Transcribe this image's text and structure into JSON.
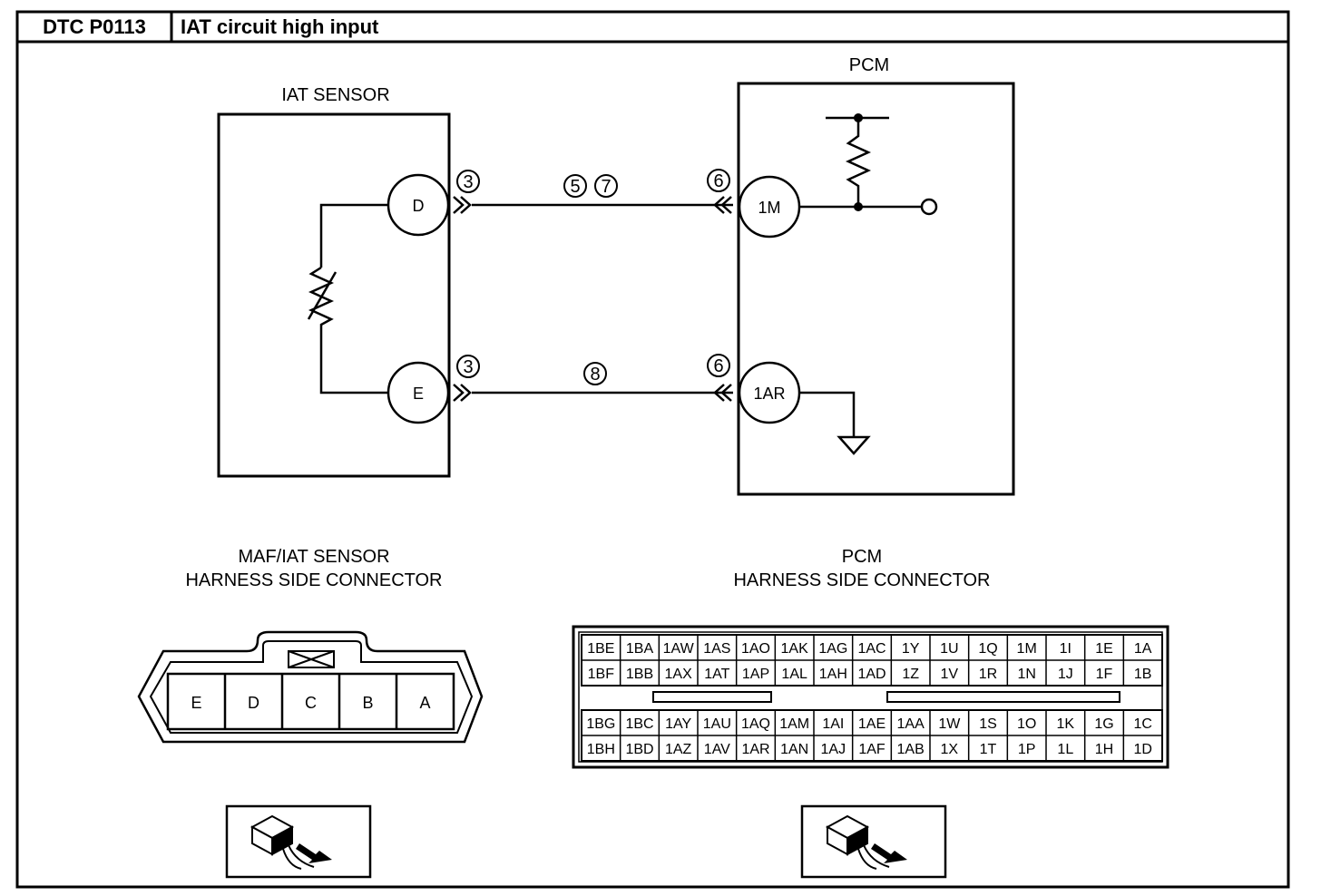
{
  "header": {
    "dtc_code": "DTC P0113",
    "dtc_title": "IAT circuit high input"
  },
  "schematic": {
    "sensor_label": "IAT SENSOR",
    "pcm_label": "PCM",
    "sensor_pins": {
      "top": "D",
      "bottom": "E"
    },
    "pcm_pins": {
      "top": "1M",
      "bottom": "1AR"
    },
    "callouts": {
      "sensor_top": "3",
      "sensor_bottom": "3",
      "wire_top_a": "5",
      "wire_top_b": "7",
      "wire_bottom": "8",
      "pcm_top": "6",
      "pcm_bottom": "6"
    }
  },
  "maf_connector": {
    "title_line1": "MAF/IAT SENSOR",
    "title_line2": "HARNESS SIDE CONNECTOR",
    "pins": [
      "E",
      "D",
      "C",
      "B",
      "A"
    ]
  },
  "pcm_connector": {
    "title_line1": "PCM",
    "title_line2": "HARNESS SIDE CONNECTOR",
    "upper_rows": [
      [
        "1BE",
        "1BA",
        "1AW",
        "1AS",
        "1AO",
        "1AK",
        "1AG",
        "1AC",
        "1Y",
        "1U",
        "1Q",
        "1M",
        "1I",
        "1E",
        "1A"
      ],
      [
        "1BF",
        "1BB",
        "1AX",
        "1AT",
        "1AP",
        "1AL",
        "1AH",
        "1AD",
        "1Z",
        "1V",
        "1R",
        "1N",
        "1J",
        "1F",
        "1B"
      ]
    ],
    "lower_rows": [
      [
        "1BG",
        "1BC",
        "1AY",
        "1AU",
        "1AQ",
        "1AM",
        "1AI",
        "1AE",
        "1AA",
        "1W",
        "1S",
        "1O",
        "1K",
        "1G",
        "1C"
      ],
      [
        "1BH",
        "1BD",
        "1AZ",
        "1AV",
        "1AR",
        "1AN",
        "1AJ",
        "1AF",
        "1AB",
        "1X",
        "1T",
        "1P",
        "1L",
        "1H",
        "1D"
      ]
    ]
  },
  "icons": [
    "harness-side-connector-icon",
    "harness-side-connector-icon"
  ]
}
